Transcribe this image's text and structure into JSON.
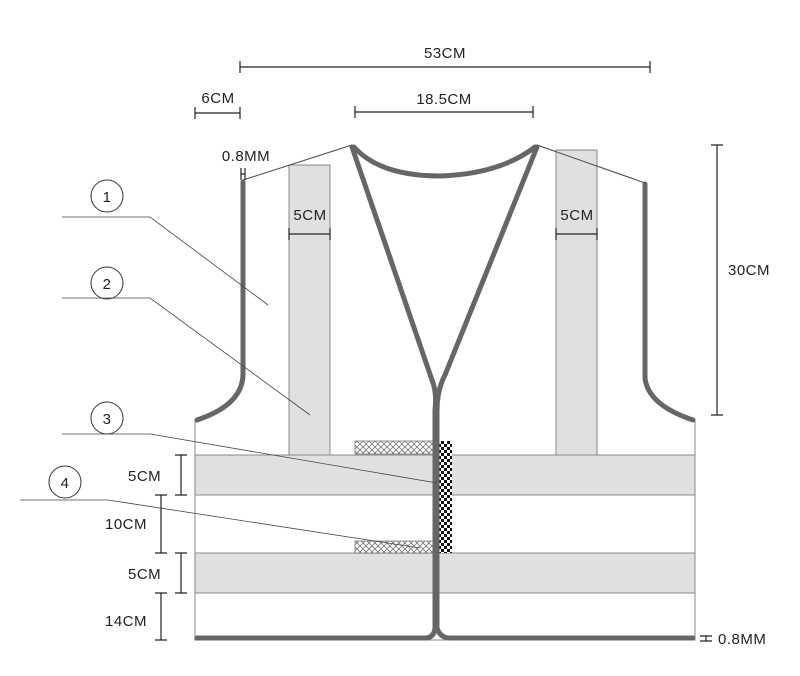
{
  "dimensions": {
    "total_width": "53CM",
    "shoulder": "6CM",
    "neck": "18.5CM",
    "trim_top": "0.8MM",
    "strap_left": "5CM",
    "strap_right": "5CM",
    "height": "30CM",
    "band1": "5CM",
    "gap": "10CM",
    "band2": "5CM",
    "bottom": "14CM",
    "trim_bottom": "0.8MM"
  },
  "callouts": [
    "1",
    "2",
    "3",
    "4"
  ],
  "colors": {
    "trim": "#666666",
    "band": "#e0e0e0"
  }
}
